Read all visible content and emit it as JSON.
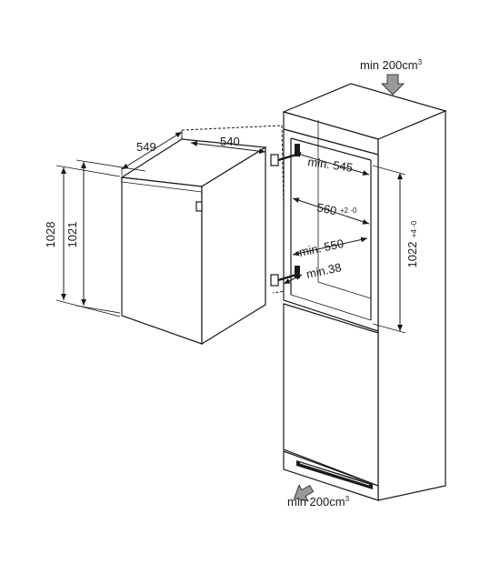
{
  "dimensions": {
    "appliance_height_outer": "1028",
    "appliance_height_inner": "1021",
    "appliance_depth": "549",
    "appliance_width": "540",
    "niche_min_depth": "min. 545",
    "niche_width": "560",
    "niche_width_tolerance": "+2 -0",
    "niche_min_width": "min. 550",
    "side_min": "min.38",
    "niche_height": "1022",
    "niche_height_tolerance": "+4 -0"
  },
  "ventilation": {
    "top": "min 200cm",
    "bottom": "min 200cm",
    "unit_superscript": "3"
  },
  "colors": {
    "line": "#1a1a1a",
    "background": "#ffffff",
    "arrow_fill": "#9a9a9a"
  }
}
